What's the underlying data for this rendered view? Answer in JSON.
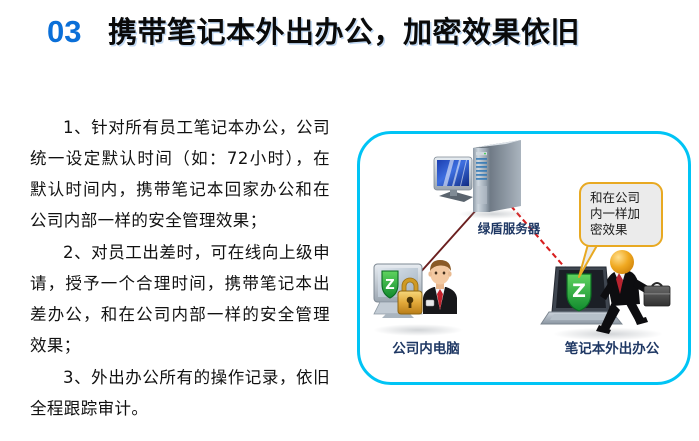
{
  "header": {
    "number": "03",
    "title": "携带笔记本外出办公，加密效果依旧",
    "number_color": "#0a6fd8",
    "title_color": "#0a0a0a"
  },
  "body": {
    "paragraphs": [
      "1、针对所有员工笔记本办公，公司统一设定默认时间（如：72小时），在默认时间内，携带笔记本回家办公和在公司内部一样的安全管理效果；",
      "2、对员工出差时，可在线向上级申请，授予一个合理时间，携带笔记本出差办公，和在公司内部一样的安全管理效果；",
      "3、外出办公所有的操作记录，依旧全程跟踪审计。"
    ]
  },
  "diagram": {
    "border_color": "#00c4f5",
    "nodes": {
      "server": {
        "label": "绿盾服务器",
        "icon": "server-tower-with-monitor-icon",
        "label_color": "#1f3864"
      },
      "office_pc": {
        "label": "公司内电脑",
        "icon": "desktop-with-shield-lock-and-employee-icon",
        "label_color": "#1f3864"
      },
      "mobile_laptop": {
        "label": "笔记本外出办公",
        "icon": "laptop-with-shield-and-walking-businessman-icon",
        "label_color": "#1f3864"
      }
    },
    "callout": {
      "text": "和在公司\n内一样加\n密效果",
      "border_color": "#e8a922",
      "fill_color": "#ebebeb"
    },
    "connectors": [
      {
        "name": "server-to-office-pc",
        "style": "solid",
        "color": "#6b1f1f"
      },
      {
        "name": "server-to-mobile-laptop",
        "style": "dashed",
        "color": "#d81f1f"
      }
    ]
  }
}
